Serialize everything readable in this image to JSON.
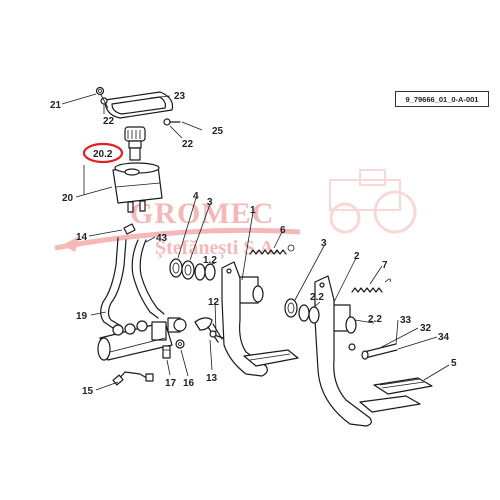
{
  "reference_code": "9_79666_01_0-A-001",
  "watermark": {
    "line1": "GROMEC",
    "line2": "Ștefănești S.A."
  },
  "highlight_color": "#e02020",
  "watermark_color": "#f4b8b8",
  "callouts": {
    "c21": "21",
    "c22a": "22",
    "c23": "23",
    "c22b": "22",
    "c25": "25",
    "c20_2": "20.2",
    "c20": "20",
    "c14": "14",
    "c43": "43",
    "c19": "19",
    "c15": "15",
    "c17": "17",
    "c16": "16",
    "c13": "13",
    "c12": "12",
    "c4": "4",
    "c3a": "3",
    "c1_2a": "1.2",
    "c1": "1",
    "c6": "6",
    "c3b": "3",
    "c2": "2",
    "c7": "7",
    "c2_2a": "2.2",
    "c2_2b": "2.2",
    "c33": "33",
    "c32": "32",
    "c34": "34",
    "c5": "5"
  }
}
